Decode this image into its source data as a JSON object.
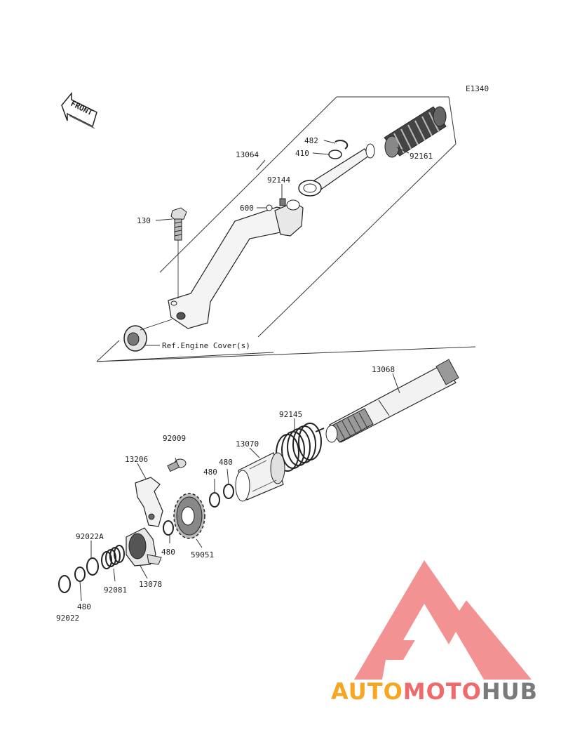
{
  "diagram_code": "E1340",
  "front_label": "FRONT",
  "ref_note": "Ref.Engine Cover(s)",
  "parts": {
    "p13064": "13064",
    "p482": "482",
    "p410": "410",
    "p92161": "92161",
    "p92144": "92144",
    "p600": "600",
    "p130": "130",
    "p13068": "13068",
    "p92145": "92145",
    "p92009": "92009",
    "p13070": "13070",
    "p13206": "13206",
    "p480a": "480",
    "p480b": "480",
    "p480c": "480",
    "p480d": "480",
    "p92022A": "92022A",
    "p59051": "59051",
    "p92081": "92081",
    "p13078": "13078",
    "p92022": "92022"
  },
  "watermark": {
    "part1": "AUTO",
    "part2": "MOTO",
    "part3": "HUB",
    "color1": "#f5a623",
    "color2": "#ef6b6b",
    "color3": "#7a7a7a",
    "logo_color": "#f08080"
  }
}
